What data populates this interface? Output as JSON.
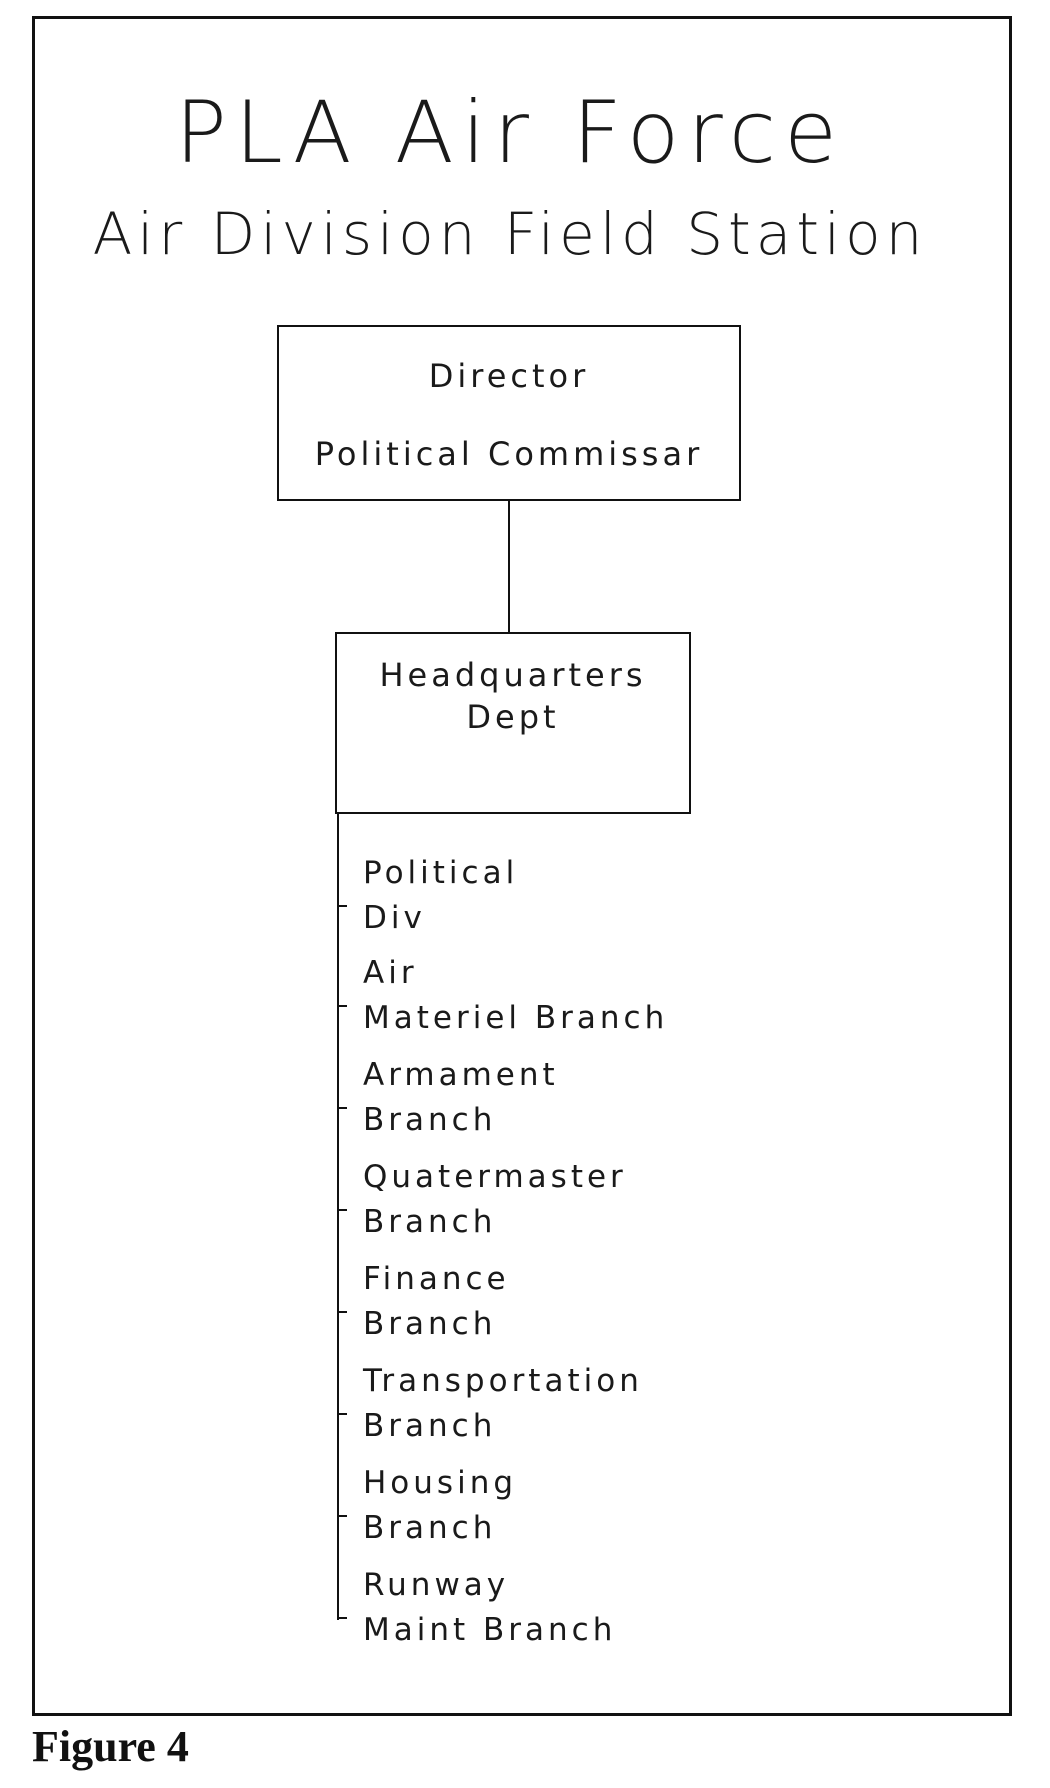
{
  "title": "PLA Air Force",
  "subtitle": "Air Division Field Station",
  "top_box": {
    "line1": "Director",
    "line2": "Political Commissar"
  },
  "hq_box": {
    "line1": "Headquarters",
    "line2": "Dept"
  },
  "branches": [
    {
      "line1": "Political",
      "line2": "Div"
    },
    {
      "line1": "Air",
      "line2": "Materiel Branch"
    },
    {
      "line1": "Armament",
      "line2": "Branch"
    },
    {
      "line1": "Quatermaster",
      "line2": "Branch"
    },
    {
      "line1": "Finance",
      "line2": "Branch"
    },
    {
      "line1": "Transportation",
      "line2": "Branch"
    },
    {
      "line1": "Housing",
      "line2": "Branch"
    },
    {
      "line1": "Runway",
      "line2": "Maint Branch"
    }
  ],
  "caption": "Figure 4"
}
